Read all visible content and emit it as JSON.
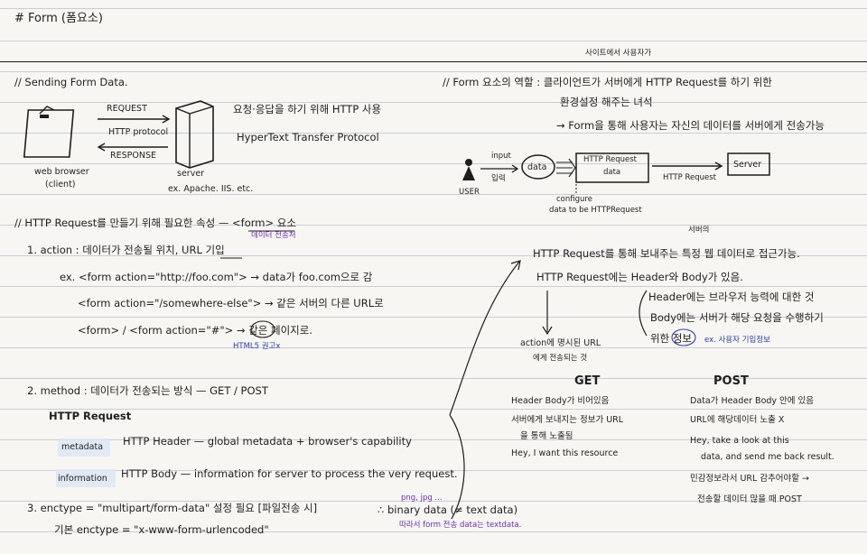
{
  "title": "# Form (폼요소)",
  "left": {
    "sending_heading": "// Sending Form Data.",
    "request_label": "REQUEST",
    "protocol_label": "HTTP protocol",
    "response_label": "RESPONSE",
    "client_label": "web browser",
    "client_sub": "(client)",
    "server_label": "server",
    "server_examples": "ex. Apache. IIS. etc.",
    "http_use": "요청·응답을 하기 위해 HTTP 사용",
    "http_full": "HyperText Transfer Protocol",
    "http_request_heading": "// HTTP Request를 만들기 위해 필요한 속성 — <form> 요소",
    "form_annotation": "데이터 전송처",
    "action_line": "1. action : 데이터가 전송될 위치, URL 기입",
    "ex_line1": "ex. <form action=\"http://foo.com\"> → data가 foo.com으로 감",
    "ex_line2": "<form action=\"/somewhere-else\"> → 같은 서버의 다른 URL로",
    "ex_line3": "<form> / <form action=\"#\"> → 같은 페이지로.",
    "ex_note": "HTML5 권고x",
    "method_line": "2. method : 데이터가 전송되는 방식 — GET / POST",
    "http_request_label": "HTTP Request",
    "metadata_label": "metadata",
    "metadata_text": "HTTP Header — global metadata + browser's capability",
    "information_label": "information",
    "information_text": "HTTP Body — information for server to process the very request.",
    "enctype_line": "3. enctype = \"multipart/form-data\" 설정 필요 [파일전송 시]",
    "binary_label": "∴ binary data (≠ text data)",
    "binary_sub": "png, jpg ...",
    "enctype_default": "기본 enctype = \"x-www-form-urlencoded\"",
    "binary_note": "따라서 form 전송 data는 textdata."
  },
  "right": {
    "role_heading": "// Form 요소의 역할 : 클라이언트가 서버에게 HTTP Request를 하기 위한",
    "role_note": "사이트에서 사용자가",
    "role_line2": "환경설정 해주는 녀석",
    "role_line3": "→ Form을 통해 사용자는 자신의 데이터를 서버에게 전송가능",
    "diagram": {
      "user": "USER",
      "input": "input",
      "input_kr": "입력",
      "data": "data",
      "http_request_box": "HTTP Request",
      "http_request_box_sub": "data",
      "http_request_arrow": "HTTP Request",
      "server": "Server",
      "configure": "configure",
      "configure_sub": "data to be HTTPRequest"
    },
    "server_annotation": "서버의",
    "req_line1": "HTTP Request를 통해 보내주는 특정 웹 데이터로 접근가능.",
    "req_line2": "HTTP Request에는 Header와 Body가 있음.",
    "header_note": "Header에는 브라우저 능력에 대한 것",
    "body_note": "Body에는 서버가 해당 요청을 수행하기",
    "body_note2": "위한 정보",
    "body_example": "ex. 사용자 기입정보",
    "action_note": "action에 명시된 URL",
    "action_note2": "에게 전송되는 것",
    "get": {
      "title": "GET",
      "items": [
        "Header Body가 비어있음",
        "서버에게 보내지는 정보가 URL",
        "을 통해 노출됨",
        "Hey, I want this resource"
      ]
    },
    "post": {
      "title": "POST",
      "items": [
        "Data가 Header Body 안에 있음",
        "URL에 해당데이터 노출 X",
        "Hey, take a look at this",
        "data, and send me back result.",
        "민감정보라서 URL 감추어야할 →",
        "전송할 데이터 많을 때 POST"
      ]
    }
  }
}
